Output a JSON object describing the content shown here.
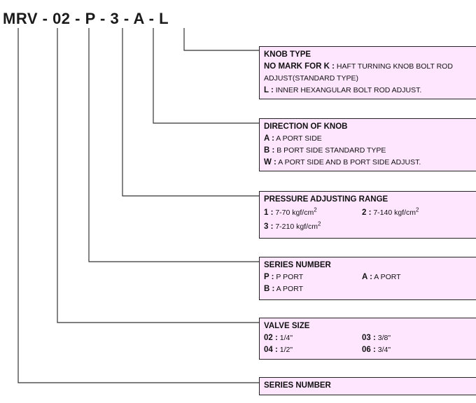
{
  "model_code": {
    "seg0": "MRV",
    "sep1": " - ",
    "seg1": "02",
    "sep2": " - ",
    "seg2": "P",
    "sep3": " - ",
    "seg3": "3",
    "sep4": " - ",
    "seg4": "A",
    "sep5": " - ",
    "seg5": "L"
  },
  "knob_type": {
    "title": "KNOB TYPE",
    "line1_key": "NO MARK FOR K :",
    "line1_val": " HAFT TURNING KNOB BOLT ROD",
    "line2_val": "ADJUST(STANDARD TYPE)",
    "line3_key": "L :",
    "line3_val": " INNER HEXANGULAR BOLT ROD ADJUST."
  },
  "direction": {
    "title": "DIRECTION OF KNOB",
    "a_key": "A :",
    "a_val": " A PORT SIDE",
    "b_key": "B :",
    "b_val": " B PORT SIDE STANDARD TYPE",
    "w_key": "W :",
    "w_val": " A PORT SIDE AND B PORT SIDE ADJUST."
  },
  "pressure": {
    "title": "PRESSURE ADJUSTING RANGE",
    "r1_key": "1 :",
    "r1_val": " 7-70 kgf/cm",
    "r1_sup": "2",
    "r2_key": "2 :",
    "r2_val": " 7-140 kgf/cm",
    "r2_sup": "2",
    "r3_key": "3 :",
    "r3_val": " 7-210 kgf/cm",
    "r3_sup": "2"
  },
  "series": {
    "title": "SERIES NUMBER",
    "p_key": "P :",
    "p_val": " P PORT",
    "a_key": "A :",
    "a_val": " A PORT",
    "b_key": "B :",
    "b_val": " A PORT"
  },
  "valve_size": {
    "title": "VALVE SIZE",
    "s1_key": "02 :",
    "s1_val": " 1/4\"",
    "s2_key": "03 :",
    "s2_val": " 3/8\"",
    "s3_key": "04 :",
    "s3_val": " 1/2\"",
    "s4_key": "06 :",
    "s4_val": " 3/4\""
  },
  "series_bottom": {
    "title": "SERIES NUMBER"
  }
}
